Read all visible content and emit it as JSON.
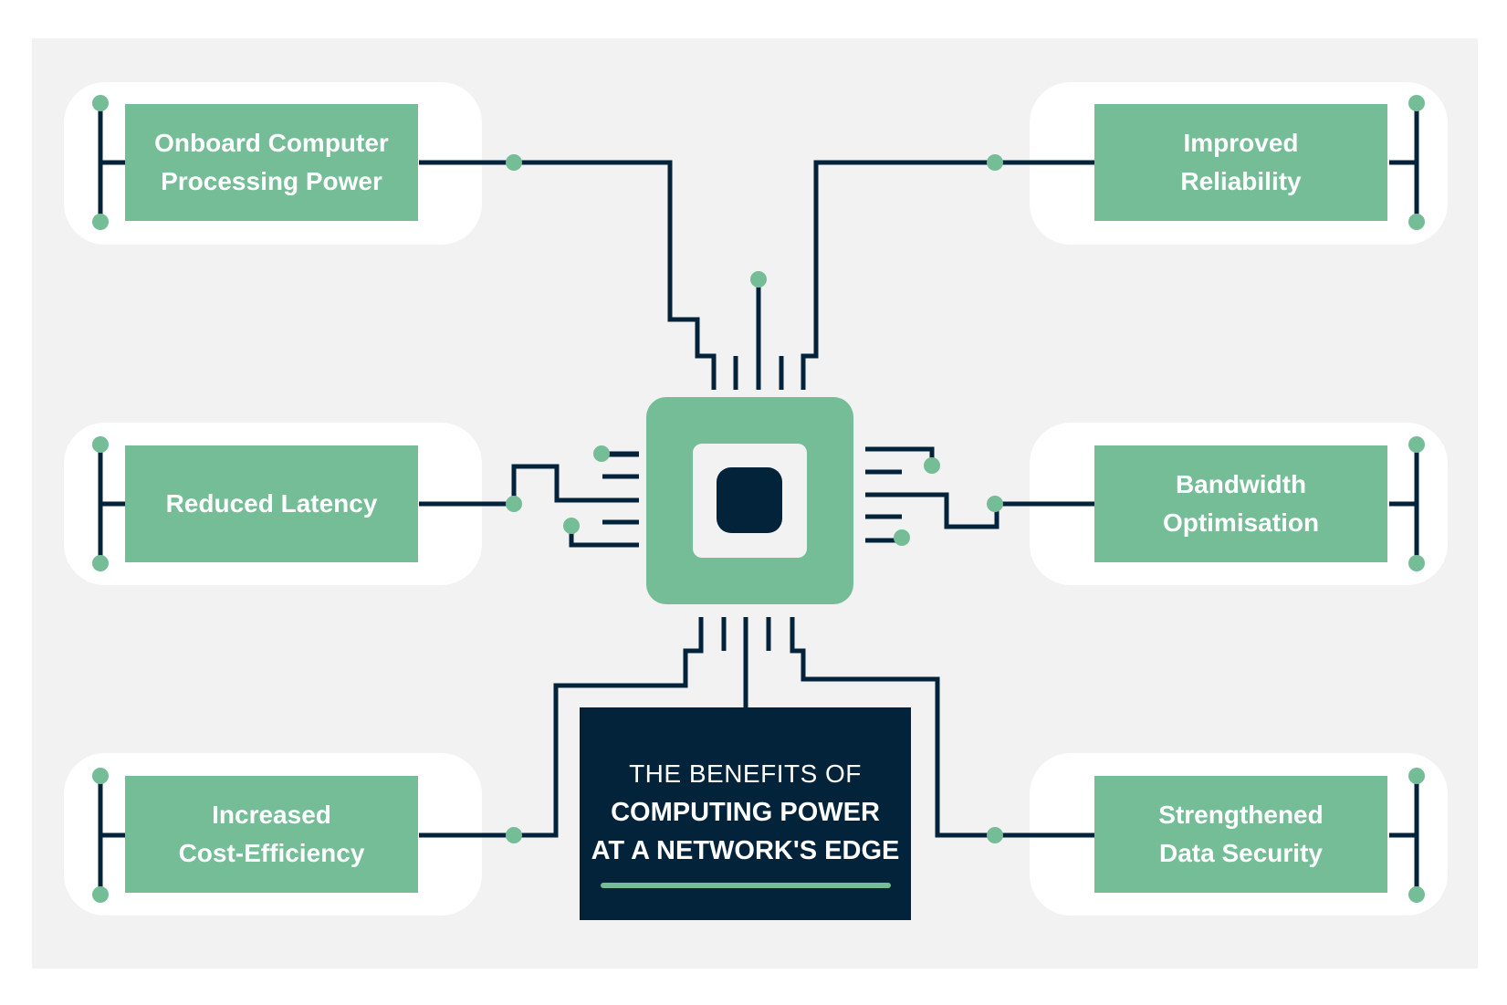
{
  "title": {
    "line1": "THE BENEFITS OF",
    "line2": "COMPUTING POWER",
    "line3": "AT A NETWORK'S EDGE"
  },
  "benefits": [
    {
      "id": "onboard",
      "lines": [
        "Onboard Computer",
        "Processing Power"
      ]
    },
    {
      "id": "reliability",
      "lines": [
        "Improved",
        "Reliability"
      ]
    },
    {
      "id": "latency",
      "lines": [
        "Reduced Latency"
      ]
    },
    {
      "id": "bandwidth",
      "lines": [
        "Bandwidth",
        "Optimisation"
      ]
    },
    {
      "id": "cost",
      "lines": [
        "Increased",
        "Cost-Efficiency"
      ]
    },
    {
      "id": "security",
      "lines": [
        "Strengthened",
        "Data Security"
      ]
    }
  ],
  "colors": {
    "accent_green": "#74bd96",
    "dark_navy": "#02233a",
    "panel_gray": "#f2f2f2",
    "card_white": "#ffffff"
  },
  "icons": [
    "processor-chip-icon",
    "circuit-node-icon"
  ]
}
